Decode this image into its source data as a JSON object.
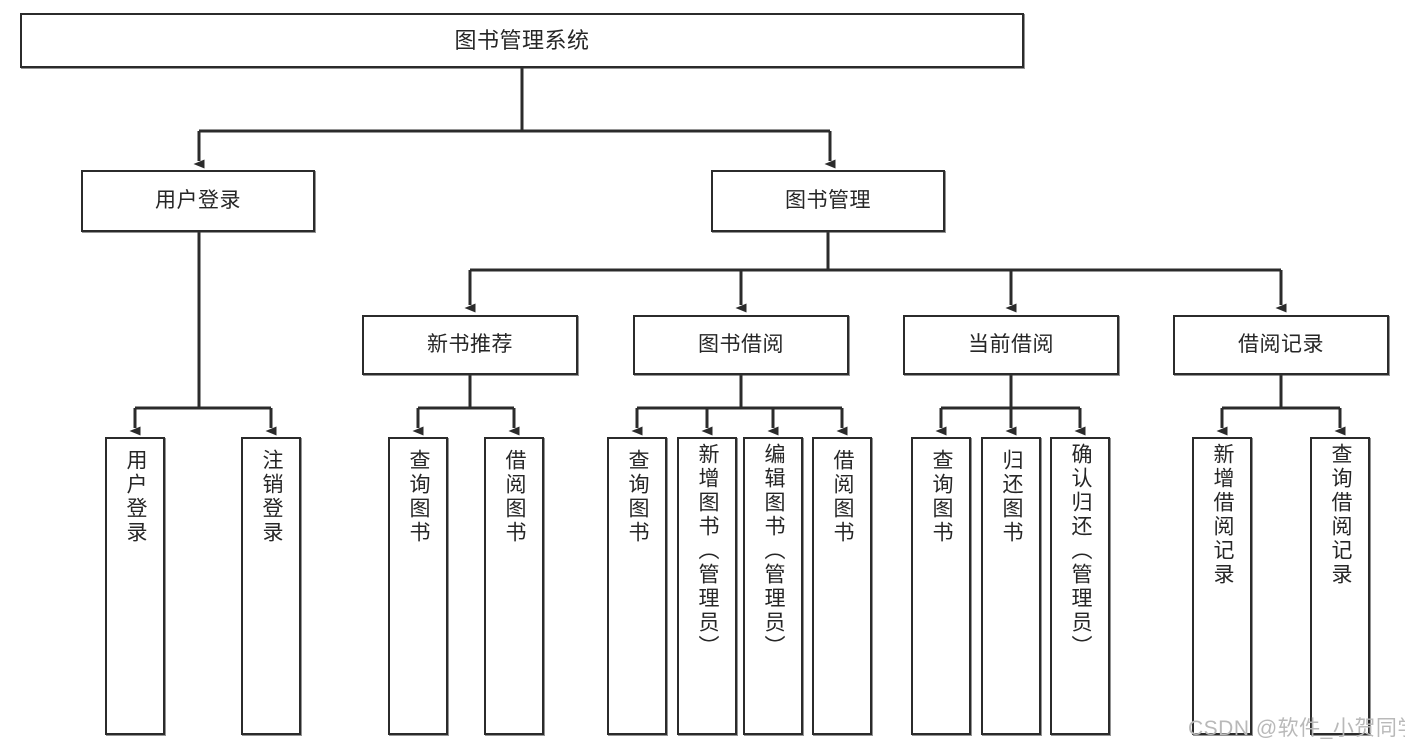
{
  "diagram": {
    "type": "tree-hierarchy-chart",
    "title": "图书管理系统",
    "orientation": "top-down",
    "colors": {
      "node_border": "#2b2b2b",
      "node_fill": "#ffffff",
      "edge": "#2b2b2b",
      "text": "#262626",
      "watermark": "#b9b9b9",
      "background": "#ffffff"
    }
  },
  "nodes": {
    "root": {
      "label": "图书管理系统"
    },
    "level1": [
      {
        "id": "user-login",
        "label": "用户登录"
      },
      {
        "id": "book-management",
        "label": "图书管理"
      }
    ],
    "level2": [
      {
        "id": "new-book-recommend",
        "label": "新书推荐"
      },
      {
        "id": "book-borrow",
        "label": "图书借阅"
      },
      {
        "id": "current-borrow",
        "label": "当前借阅"
      },
      {
        "id": "borrow-record",
        "label": "借阅记录"
      }
    ],
    "leaves": {
      "user_login": [
        {
          "id": "leaf-user-login",
          "label": "用户登录"
        },
        {
          "id": "leaf-logout-login",
          "label": "注销登录"
        }
      ],
      "new_book_recommend": [
        {
          "id": "leaf-query-book-1",
          "label": "查询图书"
        },
        {
          "id": "leaf-borrow-book-1",
          "label": "借阅图书"
        }
      ],
      "book_borrow": [
        {
          "id": "leaf-query-book-2",
          "label": "查询图书"
        },
        {
          "id": "leaf-add-book",
          "label": "新增图书（管理员）"
        },
        {
          "id": "leaf-edit-book",
          "label": "编辑图书（管理员）"
        },
        {
          "id": "leaf-borrow-book-2",
          "label": "借阅图书"
        }
      ],
      "current_borrow": [
        {
          "id": "leaf-query-book-3",
          "label": "查询图书"
        },
        {
          "id": "leaf-return-book",
          "label": "归还图书"
        },
        {
          "id": "leaf-confirm-return",
          "label": "确认归还（管理员）"
        }
      ],
      "borrow_record": [
        {
          "id": "leaf-add-record",
          "label": "新增借阅记录"
        },
        {
          "id": "leaf-query-record",
          "label": "查询借阅记录"
        }
      ]
    }
  },
  "watermark": {
    "text": "CSDN @软件_小贺同学"
  }
}
